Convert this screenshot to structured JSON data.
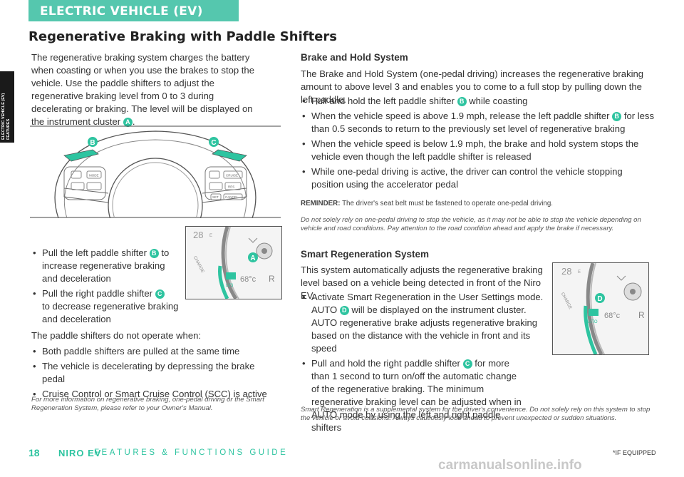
{
  "header": {
    "tab_label": "ELECTRIC VEHICLE (EV) FEATURES",
    "side_tab": "ELECTRIC VEHICLE (EV) FEATURES"
  },
  "title": "Regenerative Braking with Paddle Shifters",
  "left": {
    "intro": "The regenerative braking system charges the battery when coasting or when you use the brakes to stop the vehicle. Use the paddle shifters to adjust the regenerative braking level from 0 to 3 during decelerating or braking. The level will be displayed on the instrument cluster",
    "intro_callout": "A",
    "intro_end": ".",
    "bullets": [
      {
        "pre": "Pull the left paddle shifter",
        "callout": "B",
        "post": "to increase regenerative braking and deceleration"
      },
      {
        "pre": "Pull the right paddle shifter",
        "callout": "C",
        "post": "to decrease regenerative braking and deceleration"
      }
    ],
    "no_operate": "The paddle shifters do not operate when:",
    "conditions": [
      "Both paddle shifters are pulled at the same time",
      "The vehicle is decelerating by depressing the brake pedal",
      "Cruise Control or Smart Cruise Control (SCC) is active"
    ],
    "note": "For more information on regenerative braking, one-pedal driving or the Smart Regeneration System, please refer to your Owner's Manual."
  },
  "wheel": {
    "callout_left": "B",
    "callout_right": "C",
    "labels": [
      "MODE",
      "CRUISE",
      "RES",
      "SET",
      "CANCEL"
    ]
  },
  "cluster_a": {
    "callout": "A",
    "temp": "68°c",
    "gear": "R",
    "range": "28",
    "charge": "CHARGE",
    "level": "LV3",
    "scale": "E"
  },
  "cluster_d": {
    "callout": "D",
    "temp": "68°c",
    "gear": "R",
    "range": "28",
    "charge": "CHARGE",
    "level": "AUTO",
    "scale": "E"
  },
  "right": {
    "bh_title": "Brake and Hold System",
    "bh_intro": "The Brake and Hold System (one-pedal driving) increases the regenerative braking amount to above level 3 and enables you to come to a full stop by pulling down the left paddle.",
    "bh_items": [
      {
        "pre": "Pull and hold the left paddle shifter",
        "callout": "B",
        "post": "while coasting"
      },
      {
        "pre": "When the vehicle speed is above 1.9 mph, release the left paddle shifter",
        "callout": "B",
        "post": "for less than 0.5 seconds to return to the previously set level of regenerative braking"
      },
      {
        "pre": "When the vehicle speed is below 1.9 mph, the brake and hold system stops the vehicle even though the left paddle shifter is released",
        "callout": "",
        "post": ""
      },
      {
        "pre": "While one-pedal driving is active, the driver can control the vehicle stopping position using the accelerator pedal",
        "callout": "",
        "post": ""
      }
    ],
    "reminder_label": "REMINDER:",
    "reminder_text": "The driver's seat belt must be fastened to operate one-pedal driving.",
    "bh_note": "Do not solely rely on one-pedal driving to stop the vehicle, as it may not be able to stop the vehicle depending on vehicle and road conditions. Pay attention to the road condition ahead and apply the brake if necessary.",
    "sr_title": "Smart Regeneration System",
    "sr_intro": "This system automatically adjusts the regenerative braking level based on a vehicle being detected in front of the Niro EV.",
    "sr_items": [
      {
        "pre": "Activate Smart Regeneration in the User Settings mode. AUTO",
        "callout": "D",
        "post": "will be displayed on the instrument cluster. AUTO regenerative brake adjusts regenerative braking based on the distance with the vehicle in front and its speed"
      },
      {
        "pre": "Pull and hold the right paddle shifter",
        "callout": "C",
        "post": "for more than 1 second to turn on/off the automatic change of the regenerative braking. The minimum regenerative braking level can be adjusted when in AUTO mode by using the left and right paddle shifters"
      }
    ],
    "sr_note": "Smart Regeneration is a supplemental system for the driver's convenience. Do not solely rely on this system to stop the vehicle or avoid collisions. Always cautiously look ahead to prevent unexpected or sudden situations."
  },
  "footer": {
    "page": "18",
    "model": "NIRO EV",
    "guide": "FEATURES & FUNCTIONS GUIDE",
    "equipped": "*IF EQUIPPED"
  },
  "watermark": "carmanualsonline.info"
}
